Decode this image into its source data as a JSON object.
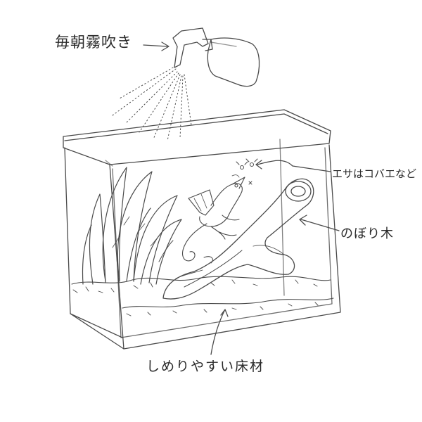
{
  "labels": {
    "mist": "毎朝霧吹き",
    "food": "エサはコバエなど",
    "branch": "のぼり木",
    "substrate": "しめりやすい床材"
  },
  "colors": {
    "line": "#4a4a4a",
    "background": "#ffffff"
  },
  "icons": {
    "sprayer": "spray-bottle-icon",
    "animal": "chameleon-icon",
    "insects": "fly-icon"
  }
}
